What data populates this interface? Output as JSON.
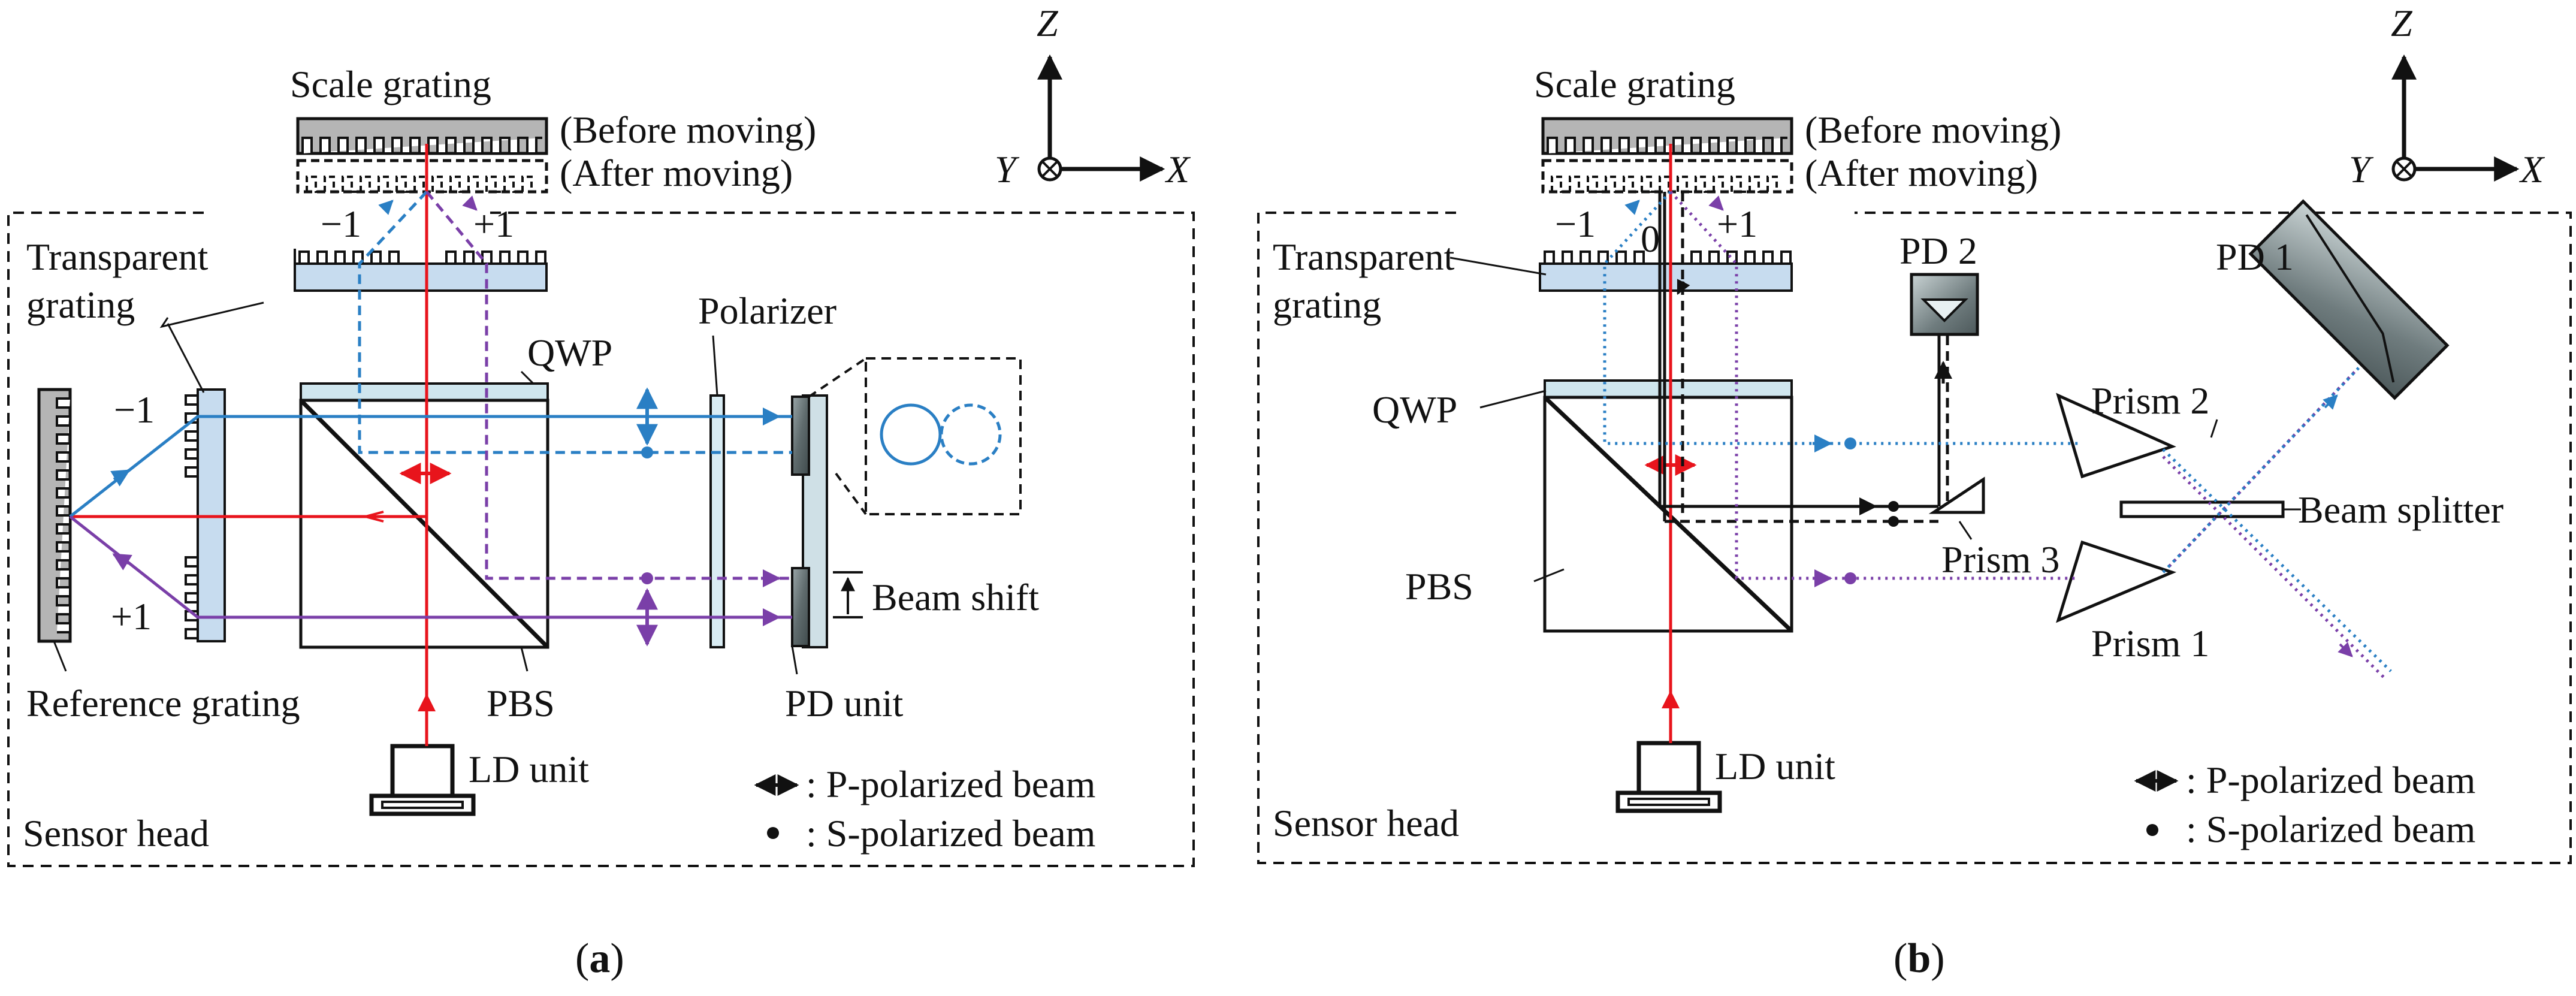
{
  "colors": {
    "laser": "#e8141c",
    "minus_one": "#2a7fc4",
    "plus_one": "#7a3fa8",
    "black": "#111111",
    "grating_fill": "#b5b5b5",
    "glass_fill": "#c7dcef",
    "qwp_fill": "#cfe6ee",
    "pd_fill": "#6d7a7c",
    "polarizer_fill": "#d9ecf3"
  },
  "axes": {
    "z": "Z",
    "x": "X",
    "y": "Y"
  },
  "panel_a": {
    "scale_grating": "Scale grating",
    "before_moving": "(Before moving)",
    "after_moving": "(After moving)",
    "minus_one": "−1",
    "plus_one": "+1",
    "transparent_grating_1": "Transparent",
    "transparent_grating_2": "grating",
    "qwp": "QWP",
    "polarizer": "Polarizer",
    "reference_grating": "Reference grating",
    "pbs": "PBS",
    "pd_unit": "PD unit",
    "beam_shift": "Beam shift",
    "ld_unit": "LD unit",
    "sensor_head": "Sensor head",
    "p_beam": ": P-polarized beam",
    "s_beam": ": S-polarized beam",
    "caption_open": "(",
    "caption_letter": "a",
    "caption_close": ")"
  },
  "panel_b": {
    "scale_grating": "Scale grating",
    "before_moving": "(Before moving)",
    "after_moving": "(After moving)",
    "minus_one": "−1",
    "zero": "0",
    "plus_one": "+1",
    "transparent_grating_1": "Transparent",
    "transparent_grating_2": "grating",
    "pd2": "PD 2",
    "pd1": "PD 1",
    "qwp": "QWP",
    "prism2": "Prism 2",
    "beam_splitter": "Beam splitter",
    "prism3": "Prism 3",
    "pbs": "PBS",
    "prism1": "Prism 1",
    "ld_unit": "LD unit",
    "sensor_head": "Sensor head",
    "p_beam": ": P-polarized beam",
    "s_beam": ": S-polarized beam",
    "caption_open": "(",
    "caption_letter": "b",
    "caption_close": ")"
  }
}
